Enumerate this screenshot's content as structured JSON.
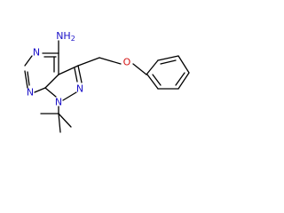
{
  "molecule": {
    "atoms": {
      "nh2": "NH2",
      "n_ring_top": "N",
      "n_ring_bottom": "N",
      "n_pyrazole_right": "N",
      "n_pyrazole_bottom": "N",
      "o_ether": "O"
    }
  },
  "colors": {
    "bond": "#000000",
    "nitrogen": "#1a10c8",
    "oxygen": "#d41414",
    "background": "#ffffff"
  }
}
